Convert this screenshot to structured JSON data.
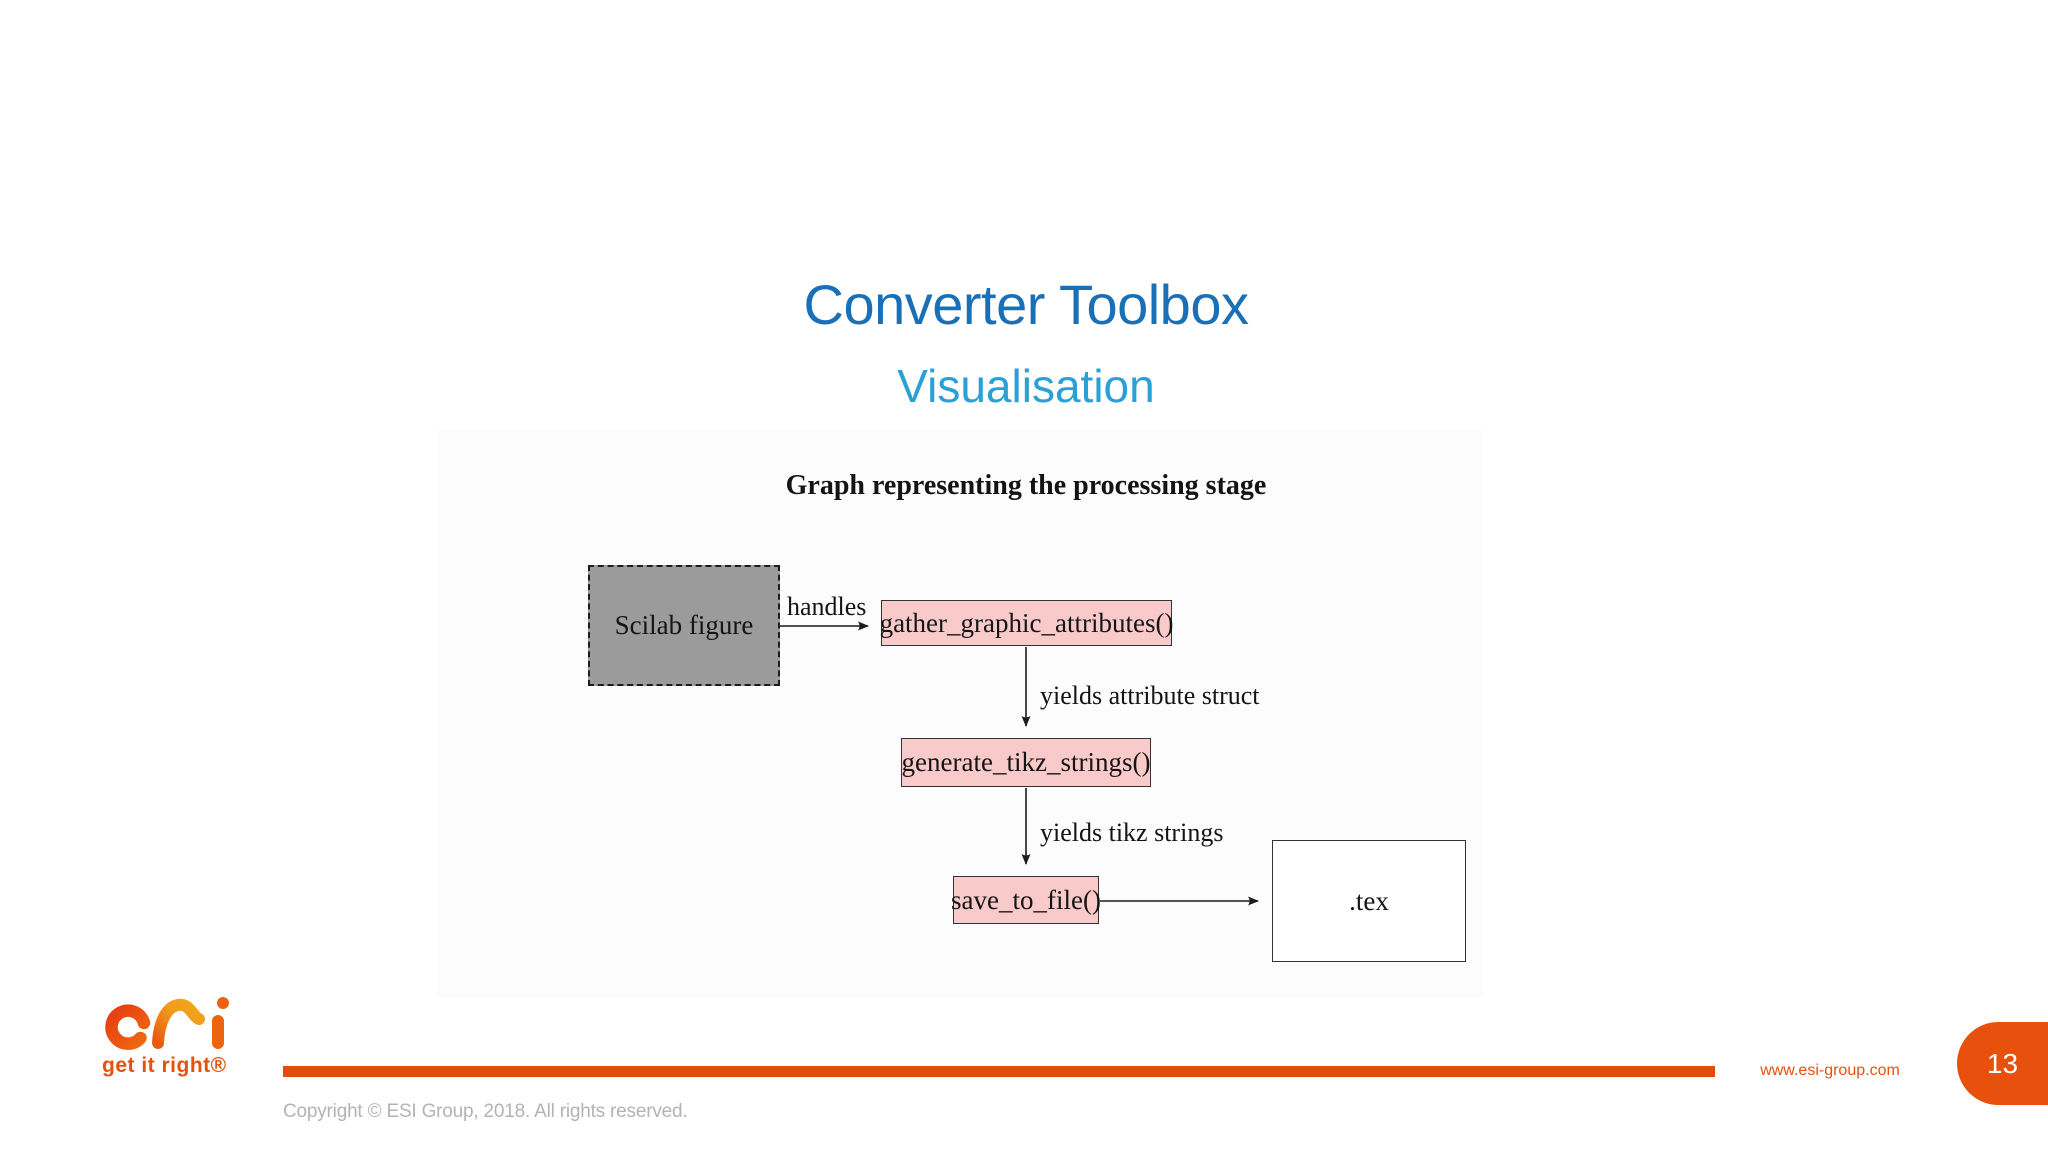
{
  "header": {
    "title": "Converter Toolbox",
    "subtitle": "Visualisation"
  },
  "diagram": {
    "heading": "Graph representing the processing stage",
    "nodes": [
      {
        "id": "scilab",
        "label": "Scilab figure",
        "style": "gray-dashed"
      },
      {
        "id": "gather",
        "label": "gather_graphic_attributes()",
        "style": "pink"
      },
      {
        "id": "generate",
        "label": "generate_tikz_strings()",
        "style": "pink"
      },
      {
        "id": "save",
        "label": "save_to_file()",
        "style": "pink"
      },
      {
        "id": "tex",
        "label": ".tex",
        "style": "white"
      }
    ],
    "edges": [
      {
        "from": "scilab",
        "to": "gather",
        "label": "handles"
      },
      {
        "from": "gather",
        "to": "generate",
        "label": "yields attribute struct"
      },
      {
        "from": "generate",
        "to": "save",
        "label": "yields tikz strings"
      },
      {
        "from": "save",
        "to": "tex",
        "label": ""
      }
    ]
  },
  "footer": {
    "logo_name": "ESI",
    "tagline": "get it right®",
    "website": "www.esi-group.com",
    "page_number": "13",
    "copyright": "Copyright © ESI Group, 2018. All rights reserved."
  },
  "colors": {
    "title_blue": "#1a70b6",
    "subtitle_blue": "#29a0d6",
    "node_gray": "#9b9b9b",
    "node_pink": "#f9caca",
    "node_border": "#333333",
    "brand_orange": "#e8500e",
    "bar_orange": "#e24d0e",
    "copyright_gray": "#b3b3b3"
  }
}
